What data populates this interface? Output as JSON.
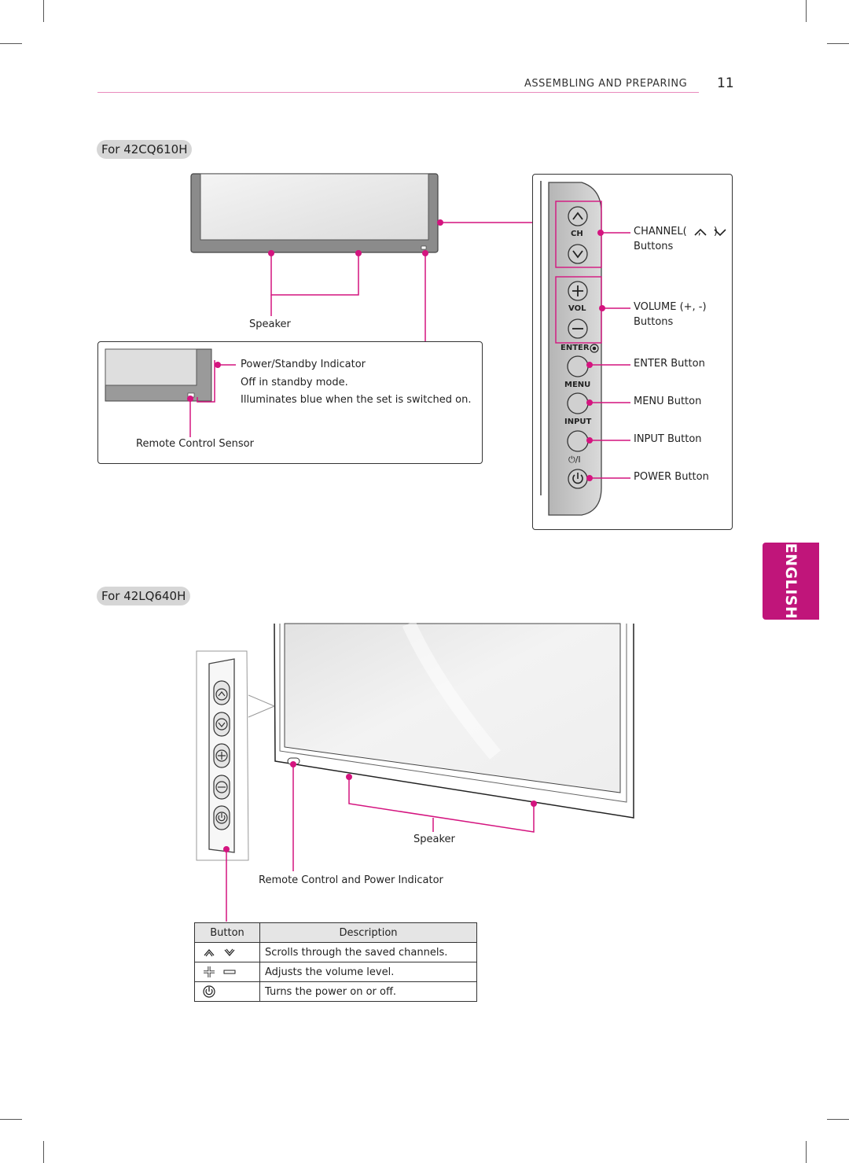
{
  "header": {
    "section_title": "ASSEMBLING AND PREPARING",
    "page_number": "11"
  },
  "side_tab": {
    "label": "ENGLISH"
  },
  "model_a": {
    "title": "For 42CQ610H",
    "speaker_label": "Speaker",
    "inset": {
      "indicator_title": "Power/Standby Indicator",
      "indicator_line1": "Off in standby mode.",
      "indicator_line2": "Illuminates blue when the set is switched on.",
      "sensor_label": "Remote Control Sensor"
    },
    "panel": {
      "ch_text": "CH",
      "vol_text": "VOL",
      "enter_text": "ENTER",
      "menu_text": "MENU",
      "input_text": "INPUT",
      "power_text": "⏻/I",
      "channel_label": "CHANNEL(",
      "channel_label_end": ")",
      "channel_sep": ",",
      "channel_label2": "Buttons",
      "volume_label": "VOLUME (+, -)",
      "volume_label2": "Buttons",
      "enter_label": "ENTER Button",
      "menu_label": "MENU Button",
      "input_label": "INPUT Button",
      "power_label": "POWER Button"
    }
  },
  "model_b": {
    "title": "For 42LQ640H",
    "speaker_label": "Speaker",
    "indicator_label": "Remote Control and Power Indicator"
  },
  "button_table": {
    "headers": [
      "Button",
      "Description"
    ],
    "rows": [
      {
        "icons": "channel-up-down",
        "description": "Scrolls through the saved channels."
      },
      {
        "icons": "volume-plus-minus",
        "description": "Adjusts the volume level."
      },
      {
        "icons": "power",
        "description": "Turns the power on or off."
      }
    ]
  },
  "colors": {
    "accent": "#c0157a",
    "pink_line": "#d4147f"
  }
}
